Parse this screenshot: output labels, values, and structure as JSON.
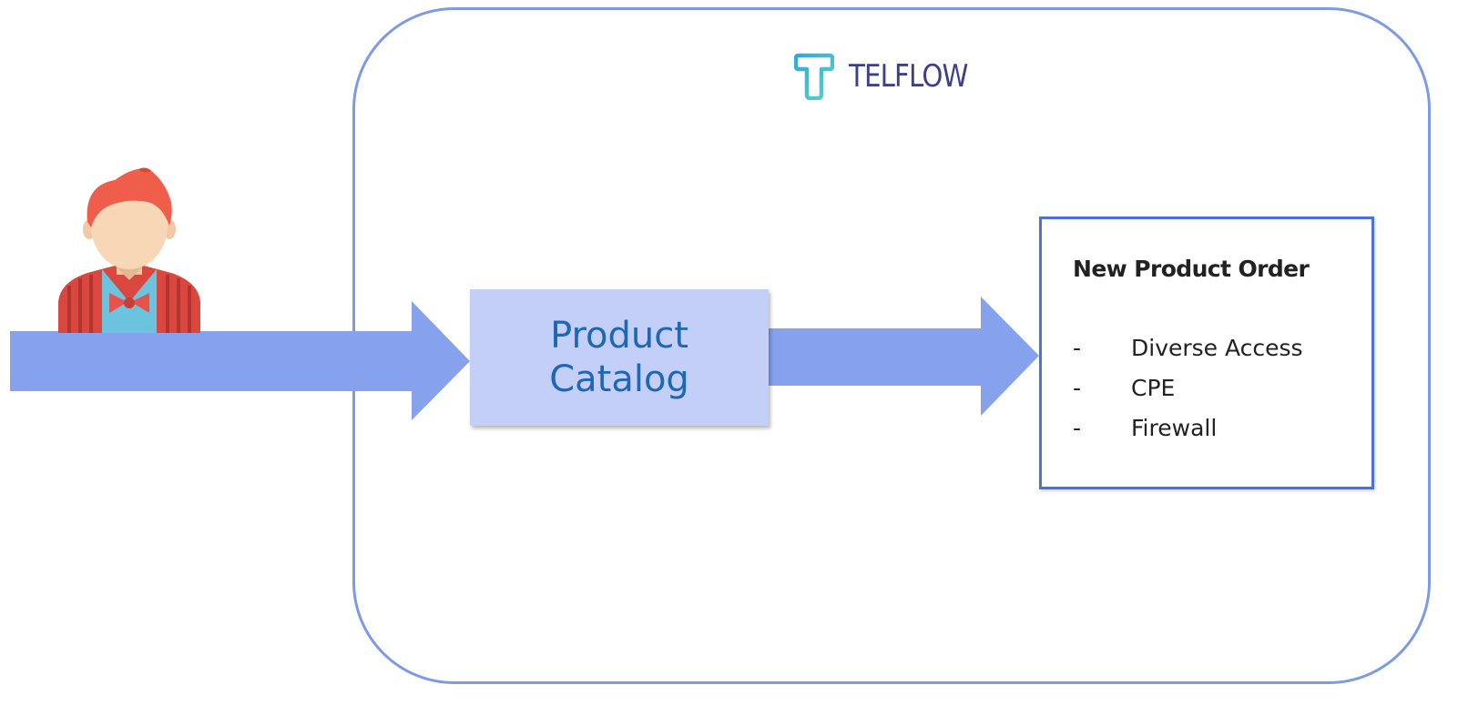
{
  "brand": {
    "name": "TELFLOW",
    "icon": "telflow-t-logo-icon",
    "text_color": "#3b3f8c",
    "icon_colors": [
      "#31a8e0",
      "#5fd0c4"
    ]
  },
  "actor": {
    "icon": "customer-avatar-icon"
  },
  "catalog": {
    "line1": "Product",
    "line2": "Catalog",
    "fill": "#c3cff6",
    "text_color": "#1f67b4"
  },
  "order": {
    "title": "New Product Order",
    "bullet": "-",
    "items": [
      "Diverse Access",
      "CPE",
      "Firewall"
    ],
    "border_color": "#4a72d8"
  },
  "colors": {
    "frame": "#7d9ae8",
    "arrow": "#86a2ec"
  }
}
